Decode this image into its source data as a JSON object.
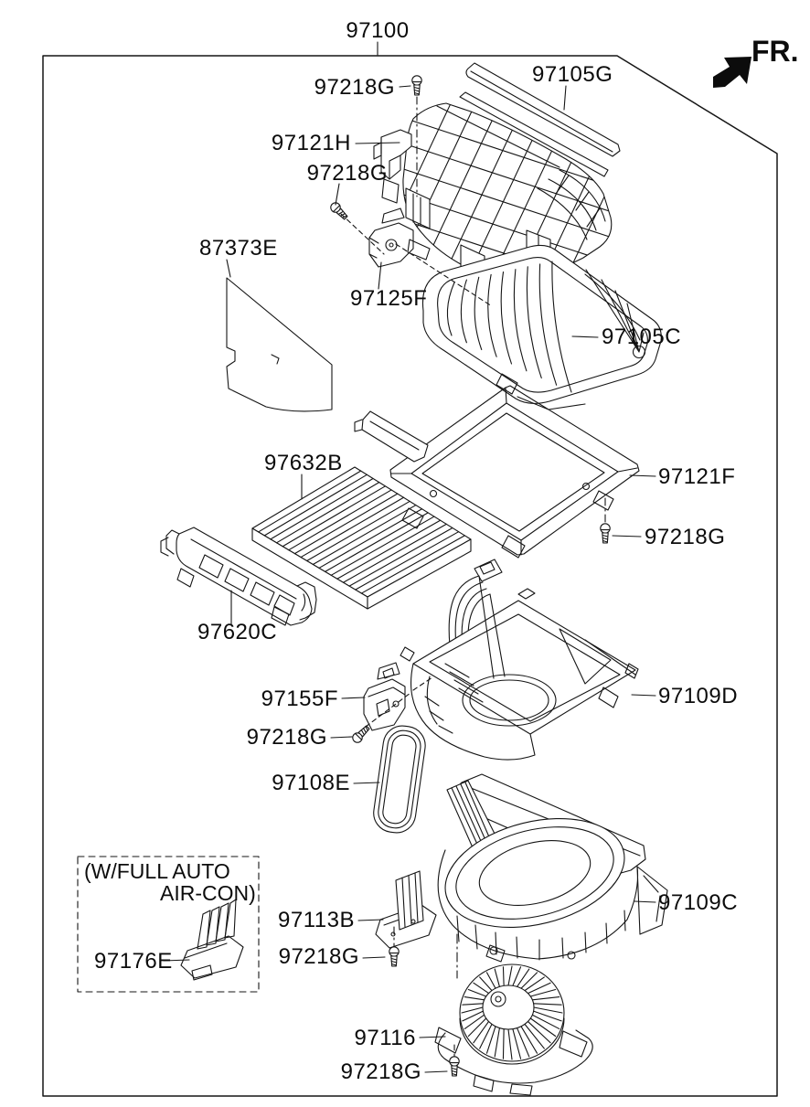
{
  "diagram": {
    "assembly_code": "97100",
    "orientation": "FR.",
    "note_line1": "(W/FULL AUTO",
    "note_line2": "AIR-CON)",
    "line_color": "#151515",
    "background": "#ffffff",
    "labels": [
      {
        "code": "97100"
      },
      {
        "code": "97218G"
      },
      {
        "code": "97105G"
      },
      {
        "code": "97121H"
      },
      {
        "code": "97218G"
      },
      {
        "code": "87373E"
      },
      {
        "code": "97125F"
      },
      {
        "code": "97105C"
      },
      {
        "code": "97632B"
      },
      {
        "code": "97121F"
      },
      {
        "code": "97218G"
      },
      {
        "code": "97620C"
      },
      {
        "code": "97155F"
      },
      {
        "code": "97218G"
      },
      {
        "code": "97108E"
      },
      {
        "code": "97109D"
      },
      {
        "code": "97109C"
      },
      {
        "code": "97113B"
      },
      {
        "code": "97218G"
      },
      {
        "code": "97116"
      },
      {
        "code": "97218G"
      },
      {
        "code": "97176E"
      }
    ]
  }
}
